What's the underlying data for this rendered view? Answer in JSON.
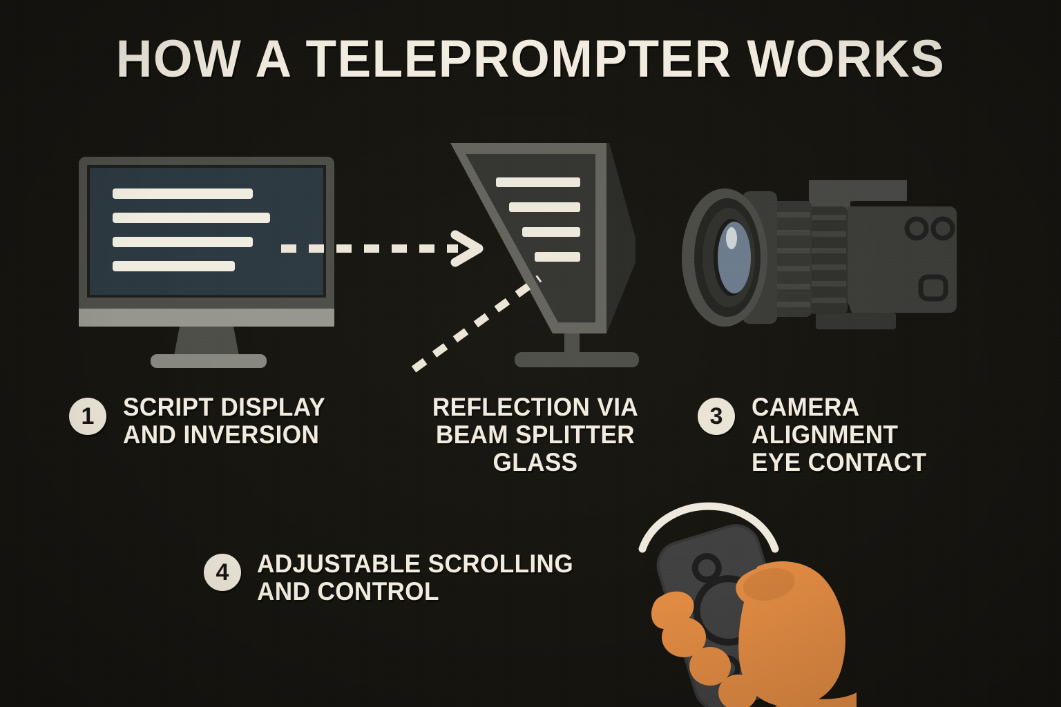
{
  "page": {
    "title": "HOW A TELEPROMPTER WORKS",
    "background_color": "#16140f",
    "text_color": "#f2ece0",
    "accent_orange": "#e08a42",
    "screen_color": "#2c3840"
  },
  "steps": [
    {
      "number": "1",
      "lines": [
        "SCRIPT DISPLAY",
        "AND INVERSION"
      ],
      "illustration": "computer-monitor-with-script"
    },
    {
      "number": "",
      "lines": [
        "REFLECTION VIA",
        "BEAM SPLITTER",
        "GLASS"
      ],
      "illustration": "beam-splitter-glass-panel"
    },
    {
      "number": "3",
      "lines": [
        "CAMERA",
        "ALIGNMENT",
        "EYE CONTACT"
      ],
      "illustration": "video-camera-with-lens"
    },
    {
      "number": "4",
      "lines": [
        "ADJUSTABLE SCROLLING",
        "AND CONTROL"
      ],
      "illustration": "hand-holding-remote-control"
    }
  ],
  "diagram": {
    "monitor": {
      "script_lines": 4,
      "bezel_color": "#4d4d48",
      "chin_color": "#96968e",
      "screen_color": "#2c3840",
      "text_bar_color": "#f0ece0"
    },
    "beam_splitter": {
      "panel_color": "#33332f",
      "frame_color": "#63635c",
      "hood_color": "#2a2a26",
      "reflected_lines": 4
    },
    "camera": {
      "body_color": "#3b3b38",
      "lens_ring_color": "#2b2b28",
      "glass_color": "#6b7b8c"
    },
    "remote": {
      "body_color": "#404040",
      "hand_color": "#e08a42",
      "arc_color": "#efe9dd"
    },
    "light_path": {
      "straight_arrow": "monitor-to-beam-splitter",
      "reflected_ray": "beam-splitter-down-left",
      "dash_color": "#ece6d8"
    }
  }
}
